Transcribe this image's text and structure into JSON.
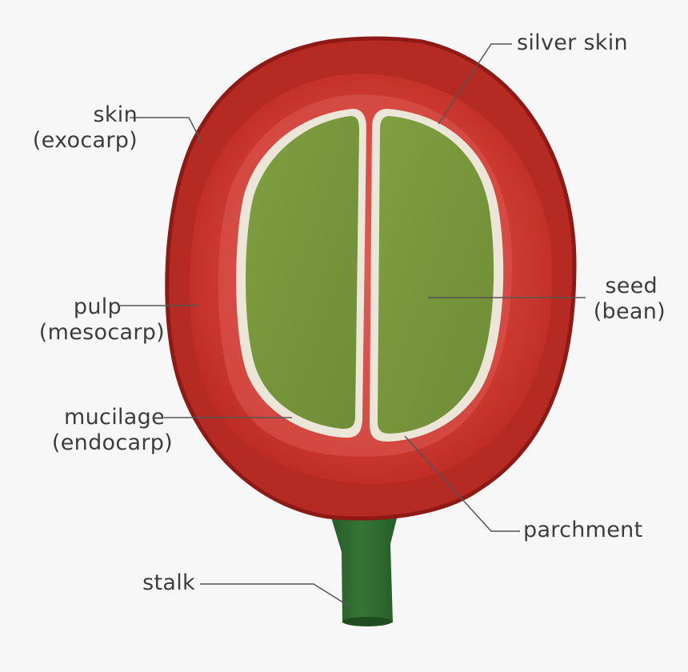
{
  "diagram": {
    "labels": {
      "skin": {
        "line1": "skin",
        "line2": "(exocarp)"
      },
      "silver_skin": {
        "line1": "silver skin"
      },
      "pulp": {
        "line1": "pulp",
        "line2": "(mesocarp)"
      },
      "seed": {
        "line1": "seed",
        "line2": "(bean)"
      },
      "mucilage": {
        "line1": "mucilage",
        "line2": "(endocarp)"
      },
      "parchment": {
        "line1": "parchment"
      },
      "stalk": {
        "line1": "stalk"
      }
    },
    "colors": {
      "background": "#f7f7f7",
      "skin": "#b52a22",
      "skin_edge": "#8e1a16",
      "pulp": "#c8332b",
      "mucilage": "#dd5a55",
      "parchment": "#ece6d8",
      "seed": "#7a9a3c",
      "stalk": "#2e6a2e",
      "leader_line": "#555555",
      "text": "#3d3d3d"
    }
  }
}
